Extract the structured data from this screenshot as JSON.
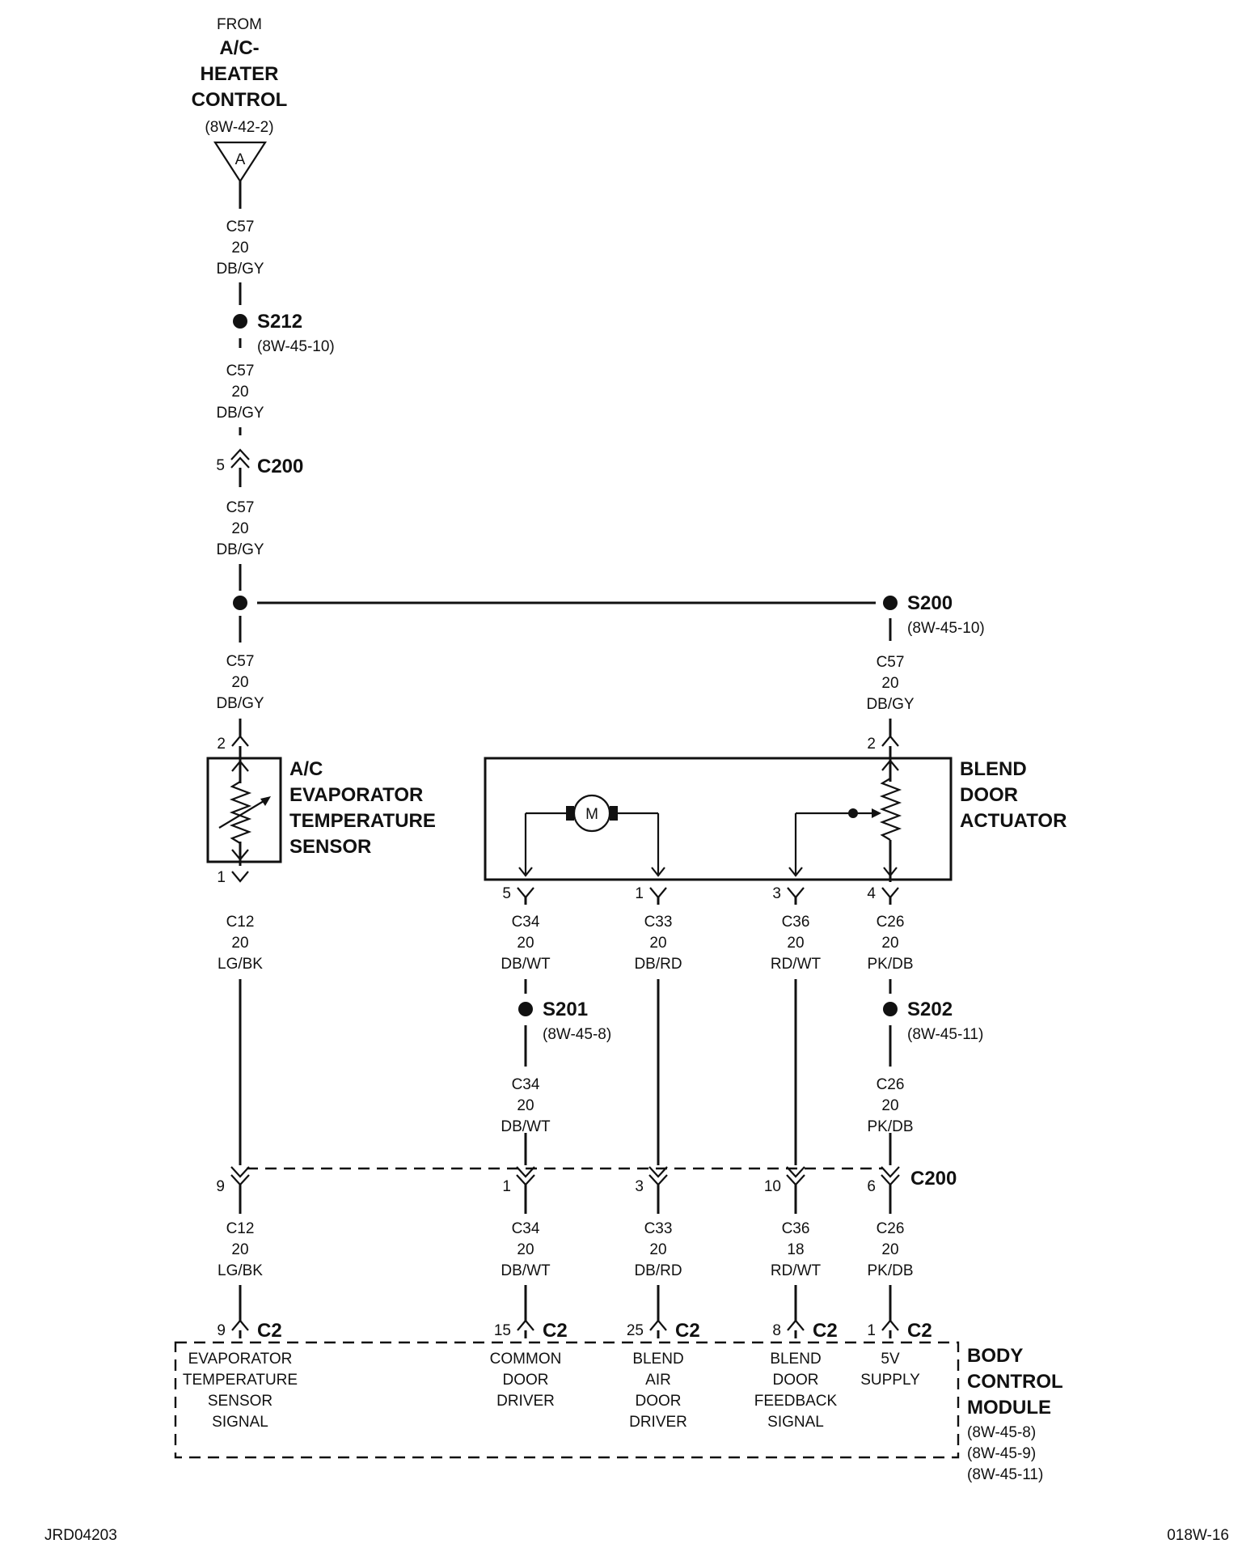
{
  "source": {
    "from": "FROM",
    "name_lines": [
      "A/C-",
      "HEATER",
      "CONTROL"
    ],
    "ref": "(8W-42-2)",
    "connector_letter": "A"
  },
  "wires": {
    "c57": [
      "C57",
      "20",
      "DB/GY"
    ],
    "c12": [
      "C12",
      "20",
      "LG/BK"
    ],
    "c34": [
      "C34",
      "20",
      "DB/WT"
    ],
    "c33": [
      "C33",
      "20",
      "DB/RD"
    ],
    "c36_upper": [
      "C36",
      "20",
      "RD/WT"
    ],
    "c36_lower": [
      "C36",
      "18",
      "RD/WT"
    ],
    "c26": [
      "C26",
      "20",
      "PK/DB"
    ]
  },
  "splices": {
    "s212": {
      "name": "S212",
      "ref": "(8W-45-10)"
    },
    "s200": {
      "name": "S200",
      "ref": "(8W-45-10)"
    },
    "s201": {
      "name": "S201",
      "ref": "(8W-45-8)"
    },
    "s202": {
      "name": "S202",
      "ref": "(8W-45-11)"
    }
  },
  "connectors": {
    "c200": "C200",
    "c2": "C2"
  },
  "pins": {
    "c200_top": "5",
    "sensor_top": "2",
    "sensor_bottom": "1",
    "actuator_top": "2",
    "actuator_bottom": [
      "5",
      "1",
      "3",
      "4"
    ],
    "c200_bottom": [
      "9",
      "1",
      "3",
      "10",
      "6"
    ],
    "c2": [
      "9",
      "15",
      "25",
      "8",
      "1"
    ]
  },
  "sensor": {
    "name_lines": [
      "A/C",
      "EVAPORATOR",
      "TEMPERATURE",
      "SENSOR"
    ]
  },
  "actuator": {
    "name_lines": [
      "BLEND",
      "DOOR",
      "ACTUATOR"
    ],
    "motor_label": "M"
  },
  "bcm": {
    "name_lines": [
      "BODY",
      "CONTROL",
      "MODULE"
    ],
    "refs": [
      "(8W-45-8)",
      "(8W-45-9)",
      "(8W-45-11)"
    ],
    "functions": [
      [
        "EVAPORATOR",
        "TEMPERATURE",
        "SENSOR",
        "SIGNAL"
      ],
      [
        "COMMON",
        "DOOR",
        "DRIVER"
      ],
      [
        "BLEND",
        "AIR",
        "DOOR",
        "DRIVER"
      ],
      [
        "BLEND",
        "DOOR",
        "FEEDBACK",
        "SIGNAL"
      ],
      [
        "5V",
        "SUPPLY"
      ]
    ]
  },
  "footer": {
    "left": "JRD04203",
    "right": "018W-16"
  }
}
